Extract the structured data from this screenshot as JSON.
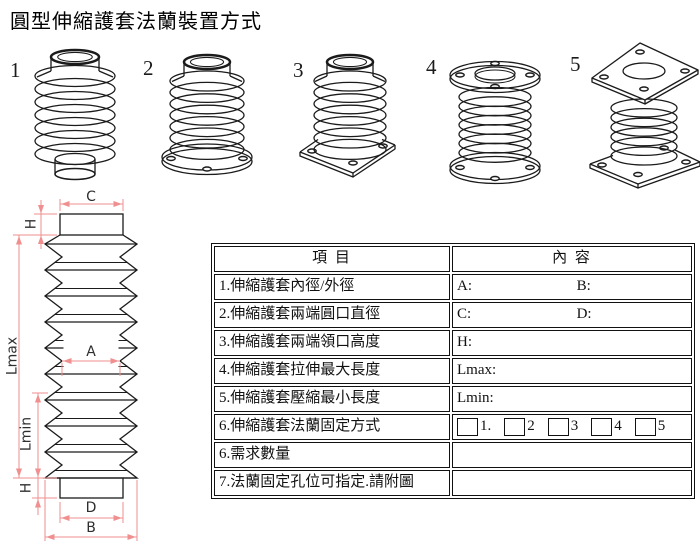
{
  "title": "圓型伸縮護套法蘭裝置方式",
  "figures": [
    {
      "label": "1",
      "style": "collar-both-ends"
    },
    {
      "label": "2",
      "style": "round-flange-bottom"
    },
    {
      "label": "3",
      "style": "square-flange-bottom"
    },
    {
      "label": "4",
      "style": "round-flange-both-ends"
    },
    {
      "label": "5",
      "style": "square-flange-both-ends"
    }
  ],
  "diagram": {
    "labels": {
      "c": "C",
      "h_top": "H",
      "lmax": "Lmax",
      "a": "A",
      "lmin": "Lmin",
      "h_bottom": "H",
      "d": "D",
      "b": "B"
    },
    "dim_color": "#ef8f8f",
    "line_color": "#1b1b1b"
  },
  "table": {
    "header": {
      "item": "項 目",
      "content": "內 容"
    },
    "rows": [
      {
        "item": "1.伸縮護套內徑/外徑",
        "a": "A:",
        "b": "B:"
      },
      {
        "item": "2.伸縮護套兩端圓口直徑",
        "a": "C:",
        "b": "D:"
      },
      {
        "item": "3.伸縮護套兩端領口高度",
        "text": "H:"
      },
      {
        "item": "4.伸縮護套拉伸最大長度",
        "text": "Lmax:"
      },
      {
        "item": "5.伸縮護套壓縮最小長度",
        "text": "Lmin:"
      },
      {
        "item": "6.伸縮護套法蘭固定方式",
        "options": [
          "1.",
          "2",
          "3",
          "4",
          "5"
        ]
      },
      {
        "item": "6.需求數量"
      },
      {
        "item": "7.法蘭固定孔位可指定.請附圖"
      }
    ]
  }
}
